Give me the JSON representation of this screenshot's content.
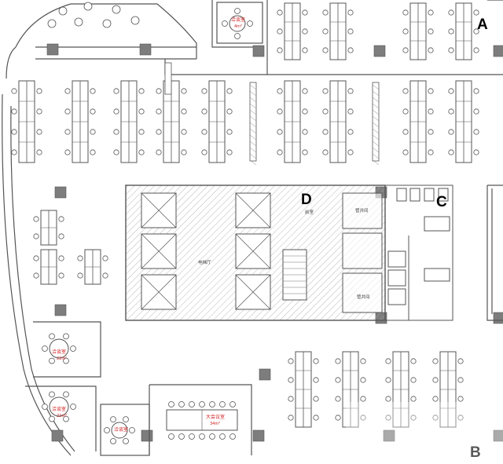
{
  "zones": {
    "a": "A",
    "b": "B",
    "c": "C",
    "d": "D"
  },
  "rooms": {
    "meeting_top": {
      "name": "洽谈室",
      "area": "4m²"
    },
    "meeting_left_1": {
      "name": "洽谈室",
      "area": "22m²"
    },
    "meeting_left_2": {
      "name": "洽谈室",
      "area": "22m²"
    },
    "meeting_small": {
      "name": "洽谈室",
      "area": ""
    },
    "conference": {
      "name": "大会议室",
      "area": "34m²"
    }
  },
  "core": {
    "elevator_hall": "电梯厅",
    "lobby": "前室",
    "equip_room_1": "管井间",
    "equip_room_2": "管井间"
  },
  "colors": {
    "line": "#555555",
    "hatch": "#9a9a9a",
    "desk_fill": "#ffffff",
    "column": "#7d7d7d",
    "label_red": "#d02020"
  }
}
